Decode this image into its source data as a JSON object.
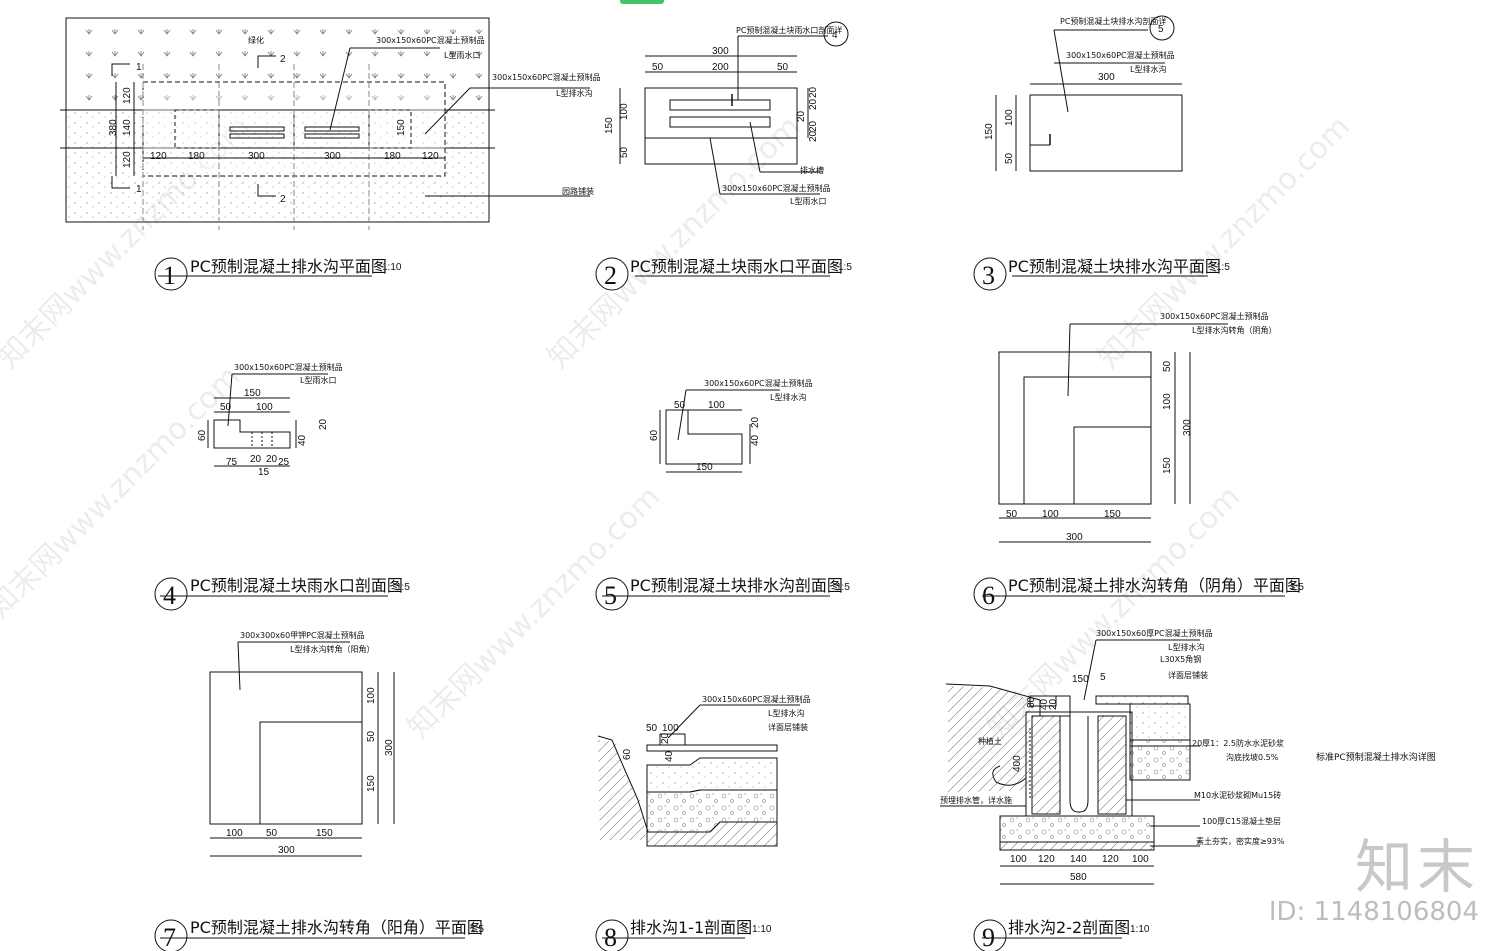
{
  "brand": {
    "logo": "知末",
    "id": "ID: 1148106804"
  },
  "watermark": "知末网www.znzmo.com",
  "detail_title": "标准PC预制混凝土排水沟详图",
  "panels": {
    "p1": {
      "num": "1",
      "title": "PC预制混凝土排水沟平面图",
      "scale": "1:10",
      "notes": {
        "a": "300x150x60PC混凝土预制品",
        "b": "L型雨水口",
        "c": "300x150x60PC混凝土预制品",
        "d": "L型排水沟",
        "e": "绿化",
        "f": "园路铺装"
      },
      "secmarks": [
        "1",
        "1",
        "2",
        "2"
      ],
      "dims_h": [
        "120",
        "180",
        "300",
        "300",
        "180",
        "120"
      ],
      "dims_v": [
        "120",
        "140",
        "120",
        "380",
        "150"
      ]
    },
    "p2": {
      "num": "2",
      "title": "PC预制混凝土块雨水口平面图",
      "scale": "1:5",
      "ref": "4",
      "ref_note": "PC预制混凝土块雨水口剖面详",
      "notes": {
        "a": "排水槽",
        "b": "300x150x60PC混凝土预制品",
        "c": "L型雨水口"
      },
      "dims_h": [
        "300",
        "50",
        "200",
        "50"
      ],
      "dims_v": [
        "150",
        "100",
        "50",
        "20",
        "20",
        "20",
        "20",
        "20"
      ]
    },
    "p3": {
      "num": "3",
      "title": "PC预制混凝土块排水沟平面图",
      "scale": "1:5",
      "ref": "5",
      "ref_note": "PC预制混凝土块排水沟剖面详",
      "notes": {
        "a": "300x150x60PC混凝土预制品",
        "b": "L型排水沟"
      },
      "dims_h": [
        "300"
      ],
      "dims_v": [
        "150",
        "100",
        "50"
      ]
    },
    "p4": {
      "num": "4",
      "title": "PC预制混凝土块雨水口剖面图",
      "scale": "1:5",
      "notes": {
        "a": "300x150x60PC混凝土预制品",
        "b": "L型雨水口"
      },
      "dims_top": [
        "150",
        "50",
        "100"
      ],
      "dims_bot": [
        "75",
        "20",
        "20",
        "25",
        "15"
      ],
      "dims_v": [
        "60",
        "40",
        "20"
      ]
    },
    "p5": {
      "num": "5",
      "title": "PC预制混凝土块排水沟剖面图",
      "scale": "1:5",
      "notes": {
        "a": "300x150x60PC混凝土预制品",
        "b": "L型排水沟"
      },
      "dims_top": [
        "50",
        "100"
      ],
      "dims_bot": [
        "150"
      ],
      "dims_v": [
        "60",
        "40",
        "20"
      ]
    },
    "p6": {
      "num": "6",
      "title": "PC预制混凝土排水沟转角（阴角）平面图",
      "scale": "1:5",
      "notes": {
        "a": "300x150x60PC混凝土预制品",
        "b": "L型排水沟转角（阴角）"
      },
      "dims_h": [
        "50",
        "100",
        "150",
        "300"
      ],
      "dims_v": [
        "50",
        "100",
        "150",
        "300"
      ]
    },
    "p7": {
      "num": "7",
      "title": "PC预制混凝土排水沟转角（阳角）平面图",
      "scale": "1:5",
      "notes": {
        "a": "300x300x60甲钾PC混凝土预制品",
        "b": "L型排水沟转角（阳角）"
      },
      "dims_h": [
        "100",
        "50",
        "150",
        "300"
      ],
      "dims_v": [
        "100",
        "50",
        "150",
        "300"
      ]
    },
    "p8": {
      "num": "8",
      "title": "排水沟1-1剖面图",
      "scale": "1:10",
      "notes": {
        "a": "300x150x60PC混凝土预制品",
        "b": "L型排水沟",
        "c": "详面层铺装"
      },
      "dims": [
        "50",
        "100",
        "20",
        "60",
        "40"
      ]
    },
    "p9": {
      "num": "9",
      "title": "排水沟2-2剖面图",
      "scale": "1:10",
      "notes": {
        "a": "300x150x60厚PC混凝土预制品",
        "b": "L型排水沟",
        "c": "L30X5角钢",
        "d": "详面层铺装",
        "e": "20厚1：2.5防水水泥砂浆",
        "f": "沟底找坡0.5%",
        "g": "M10水泥砂浆砌Mu15砖",
        "h": "100厚C15混凝土垫层",
        "i": "素土夯实，密实度≥93%",
        "j": "种植土",
        "k": "预埋排水管，详水施"
      },
      "dims_top": [
        "150",
        "5"
      ],
      "dims_v": [
        "80",
        "40",
        "20",
        "400"
      ],
      "dims_bot": [
        "100",
        "120",
        "140",
        "120",
        "100",
        "580"
      ]
    }
  }
}
